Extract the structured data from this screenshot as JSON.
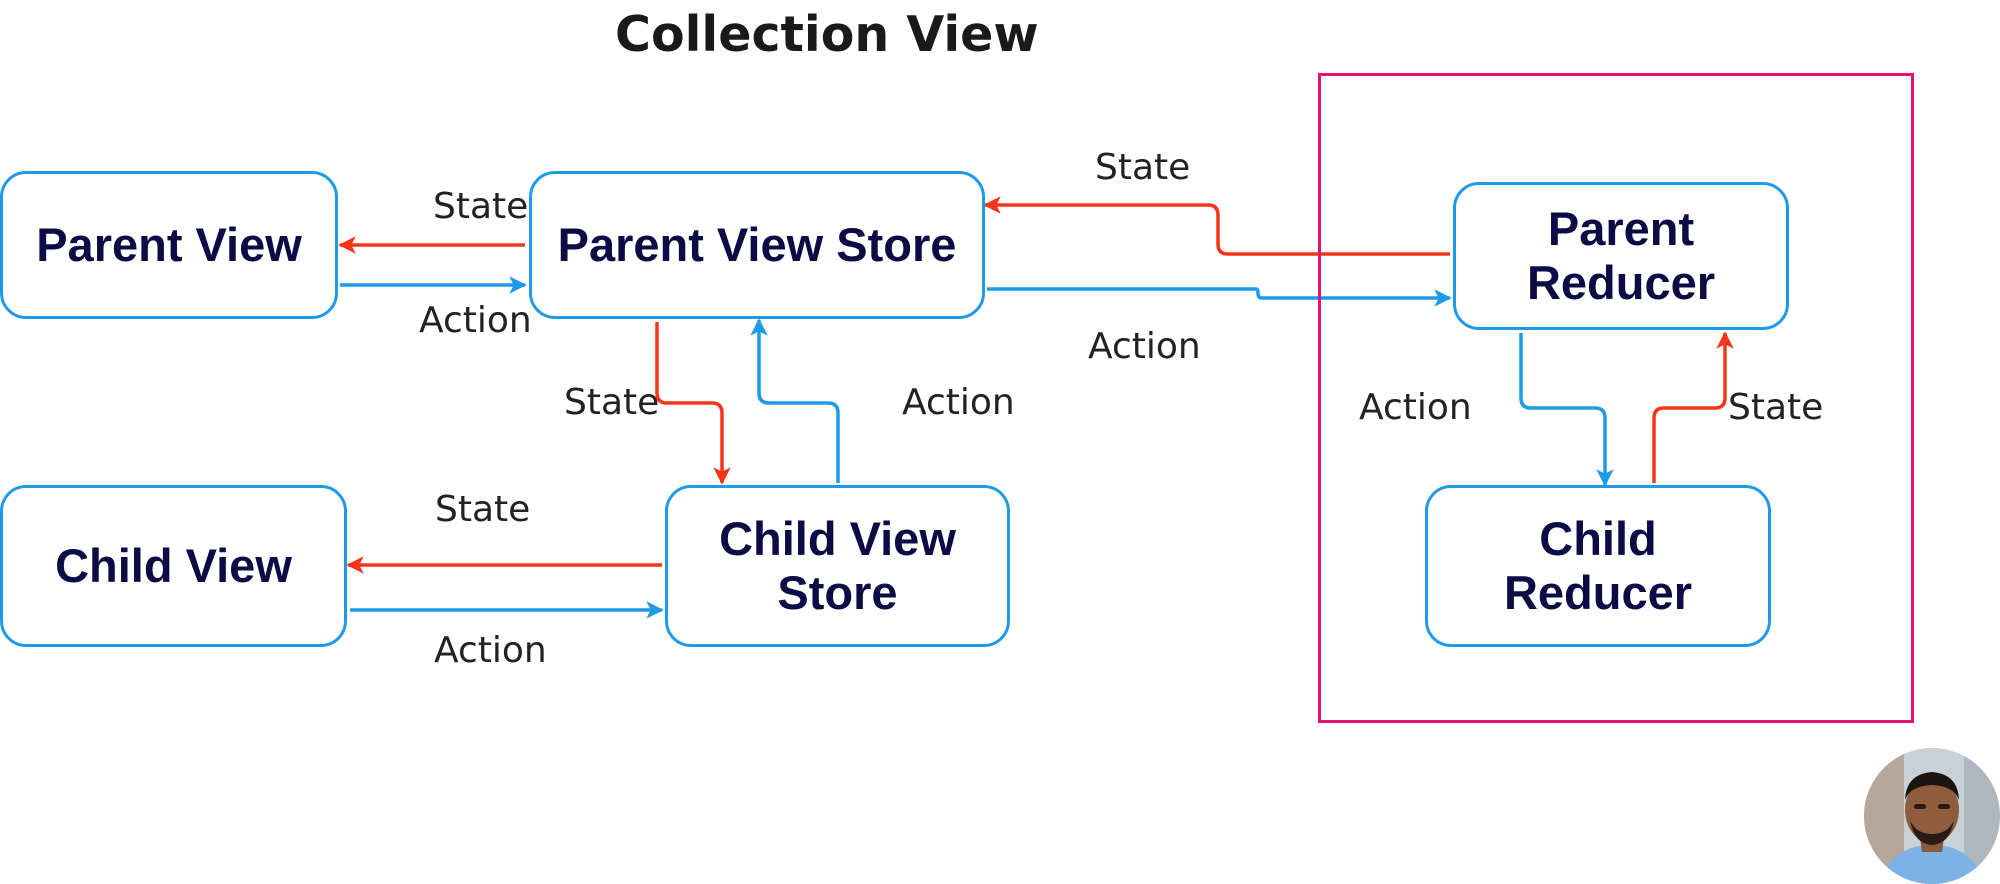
{
  "title": "Collection View",
  "nodes": {
    "parent_view": "Parent View",
    "parent_view_store": "Parent View Store",
    "child_view": "Child View",
    "child_view_store": "Child View\nStore",
    "parent_reducer": "Parent\nReducer",
    "child_reducer": "Child\nReducer"
  },
  "edge_labels": {
    "pv_state": "State",
    "pv_action": "Action",
    "store_state_top": "State",
    "store_action_bottom": "Action",
    "parent_child_state": "State",
    "parent_child_action": "Action",
    "cv_state": "State",
    "cv_action": "Action",
    "reducer_action": "Action",
    "reducer_state": "State"
  },
  "colors": {
    "node_border": "#1e9be6",
    "node_text": "#0b0b45",
    "state_arrow": "#f5361a",
    "action_arrow": "#1e9be6",
    "frame": "#e5136e"
  },
  "avatar_icon": "presenter-avatar"
}
